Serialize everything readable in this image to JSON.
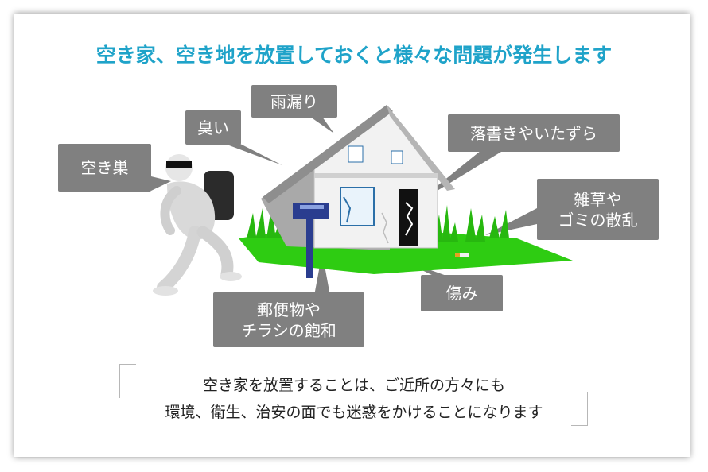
{
  "headline": "空き家、空き地を放置しておくと様々な問題が発生します",
  "callouts": {
    "akisu": "空き巣",
    "nioi": "臭い",
    "amamori": "雨漏り",
    "rakugaki": "落書きやいたずら",
    "zassou": "雑草や\nゴミの散乱",
    "itami": "傷み",
    "yubin": "郵便物や\nチラシの飽和"
  },
  "footer": {
    "line1": "空き家を放置することは、ご近所の方々にも",
    "line2": "環境、衛生、治安の面でも迷惑をかけることになります"
  },
  "colors": {
    "headline": "#1fa3c9",
    "callout_bg": "#808080",
    "grass": "#2ecc12",
    "mailbox": "#2a3d8f"
  }
}
